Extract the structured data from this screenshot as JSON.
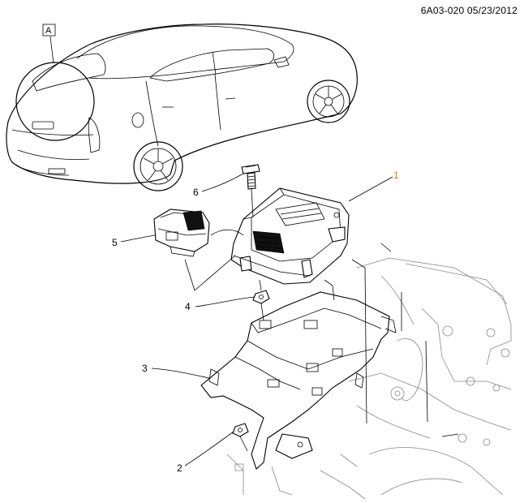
{
  "header": {
    "doc_id": "6A03-020  05/23/2012"
  },
  "view_marker": {
    "letter": "A"
  },
  "callouts": [
    {
      "number": "1"
    },
    {
      "number": "2"
    },
    {
      "number": "3"
    },
    {
      "number": "4"
    },
    {
      "number": "5"
    },
    {
      "number": "6"
    }
  ]
}
